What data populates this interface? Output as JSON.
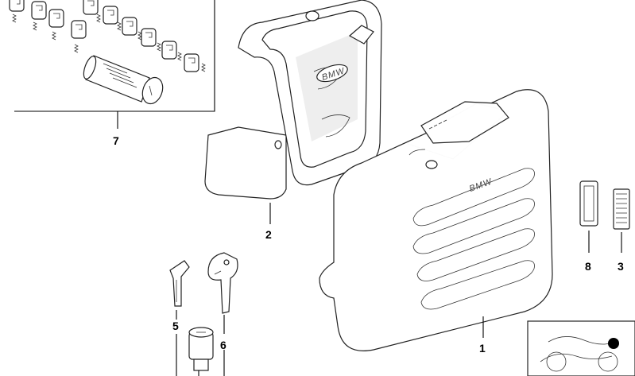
{
  "callouts": {
    "c1": "1",
    "c2": "2",
    "c3": "3",
    "c5": "5",
    "c6": "6",
    "c7": "7",
    "c8": "8"
  },
  "branding": {
    "case_logo": "BMW",
    "backrest_logo": "BMW"
  },
  "colors": {
    "line": "#000000",
    "background": "#ffffff",
    "shading": "#cfcfcf"
  }
}
